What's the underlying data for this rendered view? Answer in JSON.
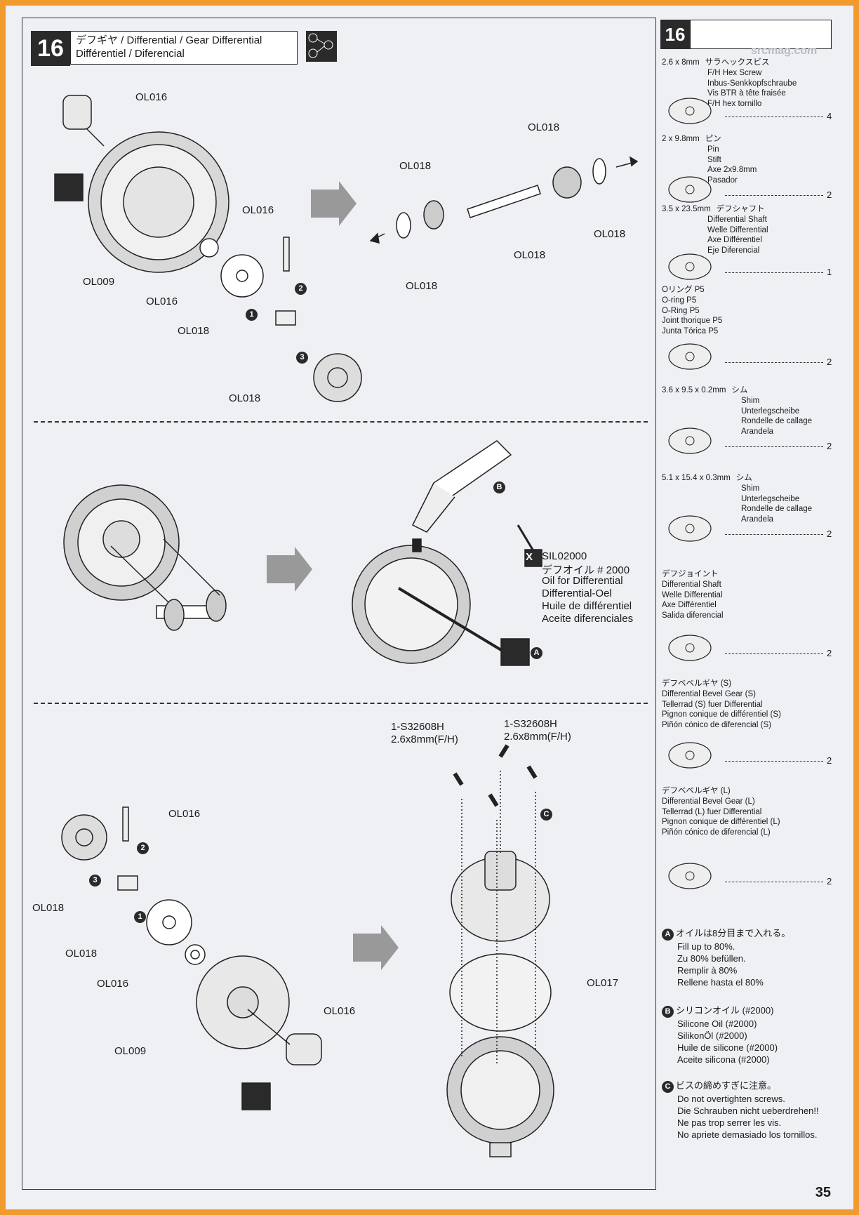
{
  "header": {
    "step": "16",
    "title_line1": "デフギヤ  / Differential / Gear Differential",
    "title_line2": "Différentiel / Diferencial"
  },
  "parts_panel": {
    "step": "16",
    "watermark": "srcmag.com",
    "items": [
      {
        "size": "2.6 x 8mm",
        "name_jp": "サラヘックスビス",
        "names": [
          "F/H Hex Screw",
          "Inbus-Senkkopfschraube",
          "Vis BTR à tête fraisée",
          "F/H hex tornillo"
        ],
        "qty": "4"
      },
      {
        "size": "2 x 9.8mm",
        "name_jp": "ピン",
        "names": [
          "Pin",
          "Stift",
          "Axe 2x9.8mm",
          "Pasador"
        ],
        "qty": "2"
      },
      {
        "size": "3.5 x 23.5mm",
        "name_jp": "デフシャフト",
        "names": [
          "Differential Shaft",
          "Welle Differential",
          "Axe Différentiel",
          "Eje Diferencial"
        ],
        "qty": "1"
      },
      {
        "size": "",
        "name_jp": "Oリング P5",
        "names": [
          "O-ring P5",
          "O-Ring P5",
          "Joint thorique P5",
          "Junta Tórica P5"
        ],
        "qty": "2"
      },
      {
        "size": "3.6 x 9.5 x 0.2mm",
        "name_jp": "シム",
        "names": [
          "Shim",
          "Unterlegscheibe",
          "Rondelle de callage",
          "Arandela"
        ],
        "qty": "2"
      },
      {
        "size": "5.1 x 15.4 x 0.3mm",
        "name_jp": "シム",
        "names": [
          "Shim",
          "Unterlegscheibe",
          "Rondelle de callage",
          "Arandela"
        ],
        "qty": "2"
      },
      {
        "size": "",
        "name_jp": "デフジョイント",
        "names": [
          "Differential Shaft",
          "Welle Differential",
          "Axe Différentiel",
          "Salida diferencial"
        ],
        "qty": "2"
      },
      {
        "size": "",
        "name_jp": "デフベベルギヤ (S)",
        "names": [
          "Differential Bevel Gear (S)",
          "Tellerrad (S) fuer Differential",
          "Pignon conique de différentiel (S)",
          "Piñón cónico de diferencial (S)"
        ],
        "qty": "2"
      },
      {
        "size": "",
        "name_jp": "デフベベルギヤ (L)",
        "names": [
          "Differential Bevel Gear (L)",
          "Tellerrad (L) fuer Differential",
          "Pignon conique de différentiel (L)",
          "Piñón cónico de diferencial (L)"
        ],
        "qty": "2"
      }
    ]
  },
  "notes": {
    "A": {
      "letter": "A",
      "jp": "オイルは8分目まで入れる。",
      "lines": [
        "Fill up to 80%.",
        "Zu 80% befüllen.",
        "Remplir à 80%",
        "Rellene hasta el 80%"
      ]
    },
    "B": {
      "letter": "B",
      "jp": "シリコンオイル (#2000)",
      "lines": [
        "Silicone Oil (#2000)",
        "SilikonÖl (#2000)",
        "Huile de silicone (#2000)",
        "Aceite silicona (#2000)"
      ]
    },
    "C": {
      "letter": "C",
      "jp": "ビスの締めすぎに注意。",
      "lines": [
        "Do not overtighten screws.",
        "Die Schrauben nicht ueberdrehen!!",
        "Ne pas trop serrer les vis.",
        "No apriete demasiado los tornillos."
      ]
    }
  },
  "diagram1": {
    "labels": {
      "a": "OL016",
      "b": "OL009",
      "c": "OL016",
      "d": "OL018",
      "e": "OL016",
      "f": "OL018",
      "g": "OL018",
      "h": "OL018",
      "i": "OL018",
      "j": "OL018",
      "k": "OL018"
    },
    "steps": {
      "one": "1",
      "two": "2",
      "three": "3"
    }
  },
  "diagram2": {
    "oil": {
      "code": "SIL02000",
      "jp": "デフオイル # 2000",
      "lines": [
        "Oil for Differential",
        "Differential-Oel",
        "Huile de différentiel",
        "Aceite diferenciales"
      ]
    },
    "marks": {
      "x": "X",
      "a": "A",
      "b": "B"
    }
  },
  "diagram3": {
    "labels": {
      "a": "OL016",
      "b": "OL018",
      "c": "OL018",
      "d": "OL016",
      "e": "OL009",
      "f": "OL016",
      "g": "OL017"
    },
    "screws": {
      "s1": "1-S32608H",
      "s1b": "2.6x8mm(F/H)",
      "s2": "1-S32608H",
      "s2b": "2.6x8mm(F/H)"
    },
    "mark_c": "C",
    "steps": {
      "one": "1",
      "two": "2",
      "three": "3"
    }
  },
  "page_number": "35"
}
